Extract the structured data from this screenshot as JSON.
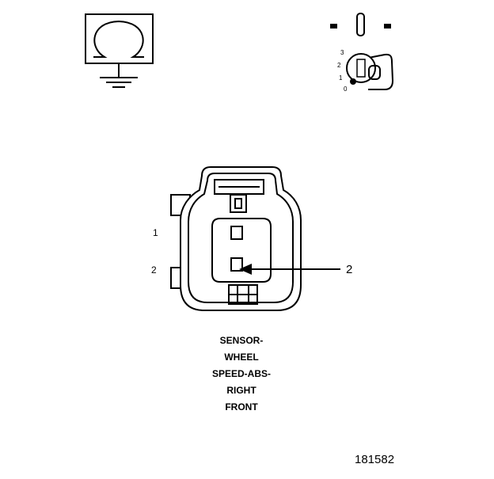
{
  "ohmmeter": {
    "icon": "ohmmeter-icon"
  },
  "ignition": {
    "icon": "ignition-key-icon",
    "positions": [
      "3",
      "2",
      "1",
      "0"
    ]
  },
  "connector": {
    "pin_labels": [
      "1",
      "2"
    ],
    "callout": "2"
  },
  "component_label": [
    "SENSOR-",
    "WHEEL",
    "SPEED-ABS-",
    "RIGHT",
    "FRONT"
  ],
  "figure_number": "181582"
}
